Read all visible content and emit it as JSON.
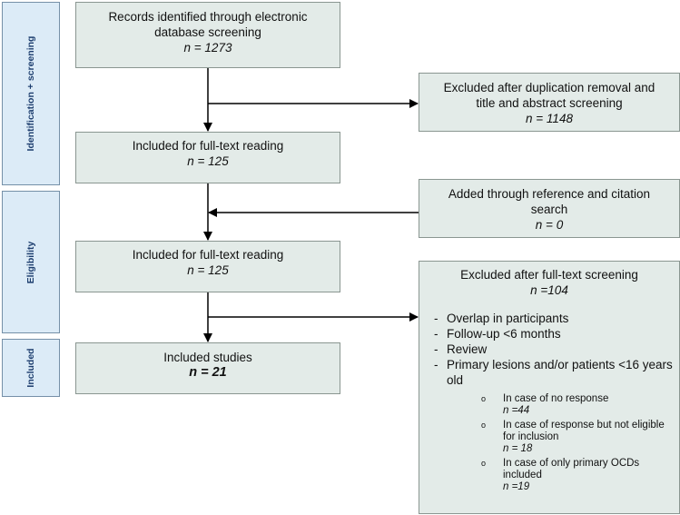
{
  "phases": {
    "identification": "Identification + screening",
    "eligibility": "Eligibility",
    "included": "Included"
  },
  "records": {
    "line1": "Records identified through electronic",
    "line2": "database screening",
    "n": "n = 1273"
  },
  "excluded_dup": {
    "line1": "Excluded after duplication removal and",
    "line2": "title and abstract screening",
    "n": "n = 1148"
  },
  "fulltext1": {
    "label": "Included for full-text reading",
    "n": "n = 125"
  },
  "added": {
    "line1": "Added through reference and citation",
    "line2": "search",
    "n": "n = 0"
  },
  "fulltext2": {
    "label": "Included for full-text reading",
    "n": "n = 125"
  },
  "excluded_ft": {
    "title": "Excluded after full-text screening",
    "n": "n =104",
    "bullet_marker": "-",
    "items": [
      "Overlap in participants",
      "Follow-up <6 months",
      "Review",
      "Primary lesions and/or patients <16 years old"
    ],
    "sub_marker": "o",
    "sub_items": [
      {
        "text": "In case of no response",
        "n": "n =44"
      },
      {
        "text": "In case of response but not eligible for inclusion",
        "n": "n = 18"
      },
      {
        "text": "In case of only primary OCDs included",
        "n": "n =19"
      }
    ]
  },
  "included": {
    "label": "Included studies",
    "n": "n = 21"
  }
}
